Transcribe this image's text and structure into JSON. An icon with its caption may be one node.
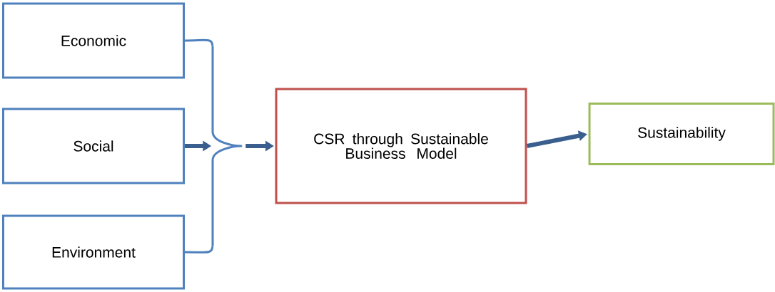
{
  "diagram": {
    "nodes": [
      {
        "text": [
          "Economic"
        ]
      },
      {
        "text": [
          "Social"
        ]
      },
      {
        "text": [
          "Environment"
        ]
      },
      {
        "text": [],
        "shape": "brace"
      },
      {
        "text": [
          "CSR through Sustainable Business Model"
        ]
      },
      {
        "text": [
          "Sustainability"
        ]
      }
    ],
    "edges": [
      {
        "from": 0,
        "to": 3,
        "arrow": "none"
      },
      {
        "from": 1,
        "to": 3,
        "arrow": "to"
      },
      {
        "from": 2,
        "to": 3,
        "arrow": "none"
      },
      {
        "from": 3,
        "to": 4,
        "arrow": "to"
      },
      {
        "from": 4,
        "to": 5,
        "arrow": "to"
      }
    ]
  }
}
